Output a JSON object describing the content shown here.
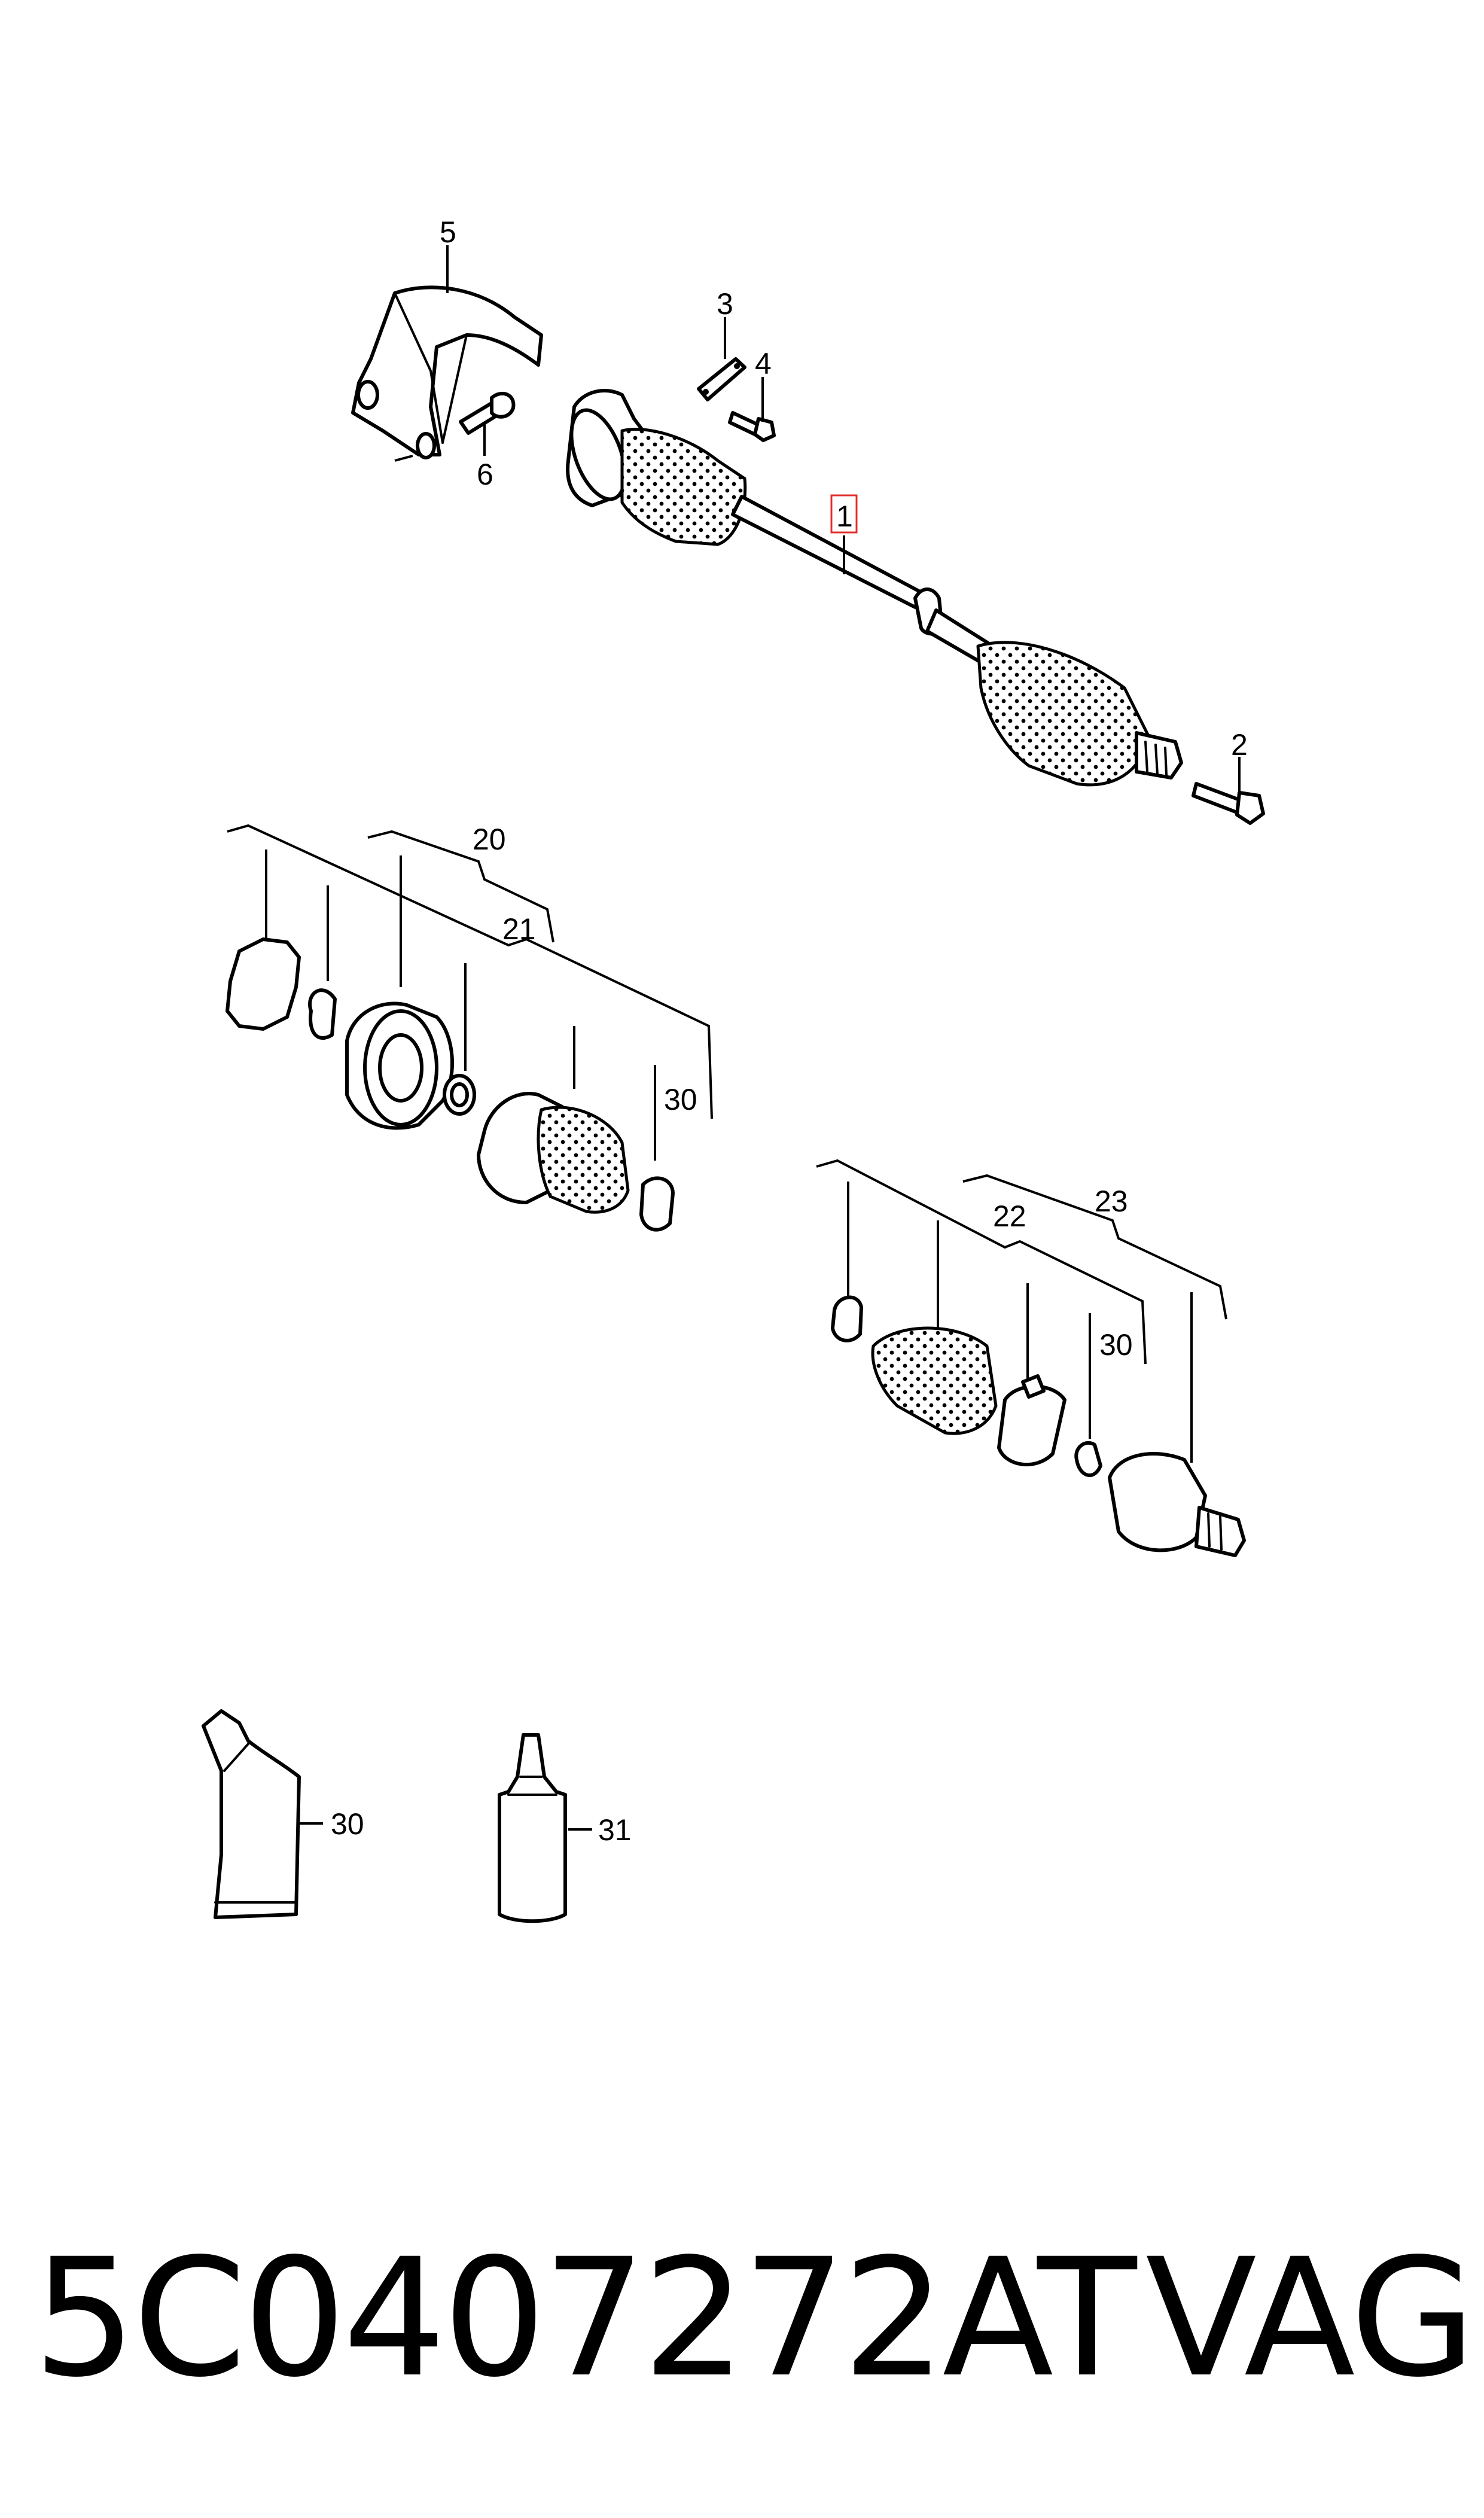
{
  "callouts": {
    "c1": "1",
    "c2": "2",
    "c3": "3",
    "c4": "4",
    "c5": "5",
    "c6": "6",
    "c20": "20",
    "c21": "21",
    "c30a": "30",
    "c22": "22",
    "c23": "23",
    "c30b": "30",
    "c30c": "30",
    "c31": "31"
  },
  "footer": {
    "part_number": "5C0407272AT",
    "brand": "VAG"
  },
  "colors": {
    "line": "#000000",
    "highlight": "#e0302e",
    "background": "#ffffff"
  }
}
